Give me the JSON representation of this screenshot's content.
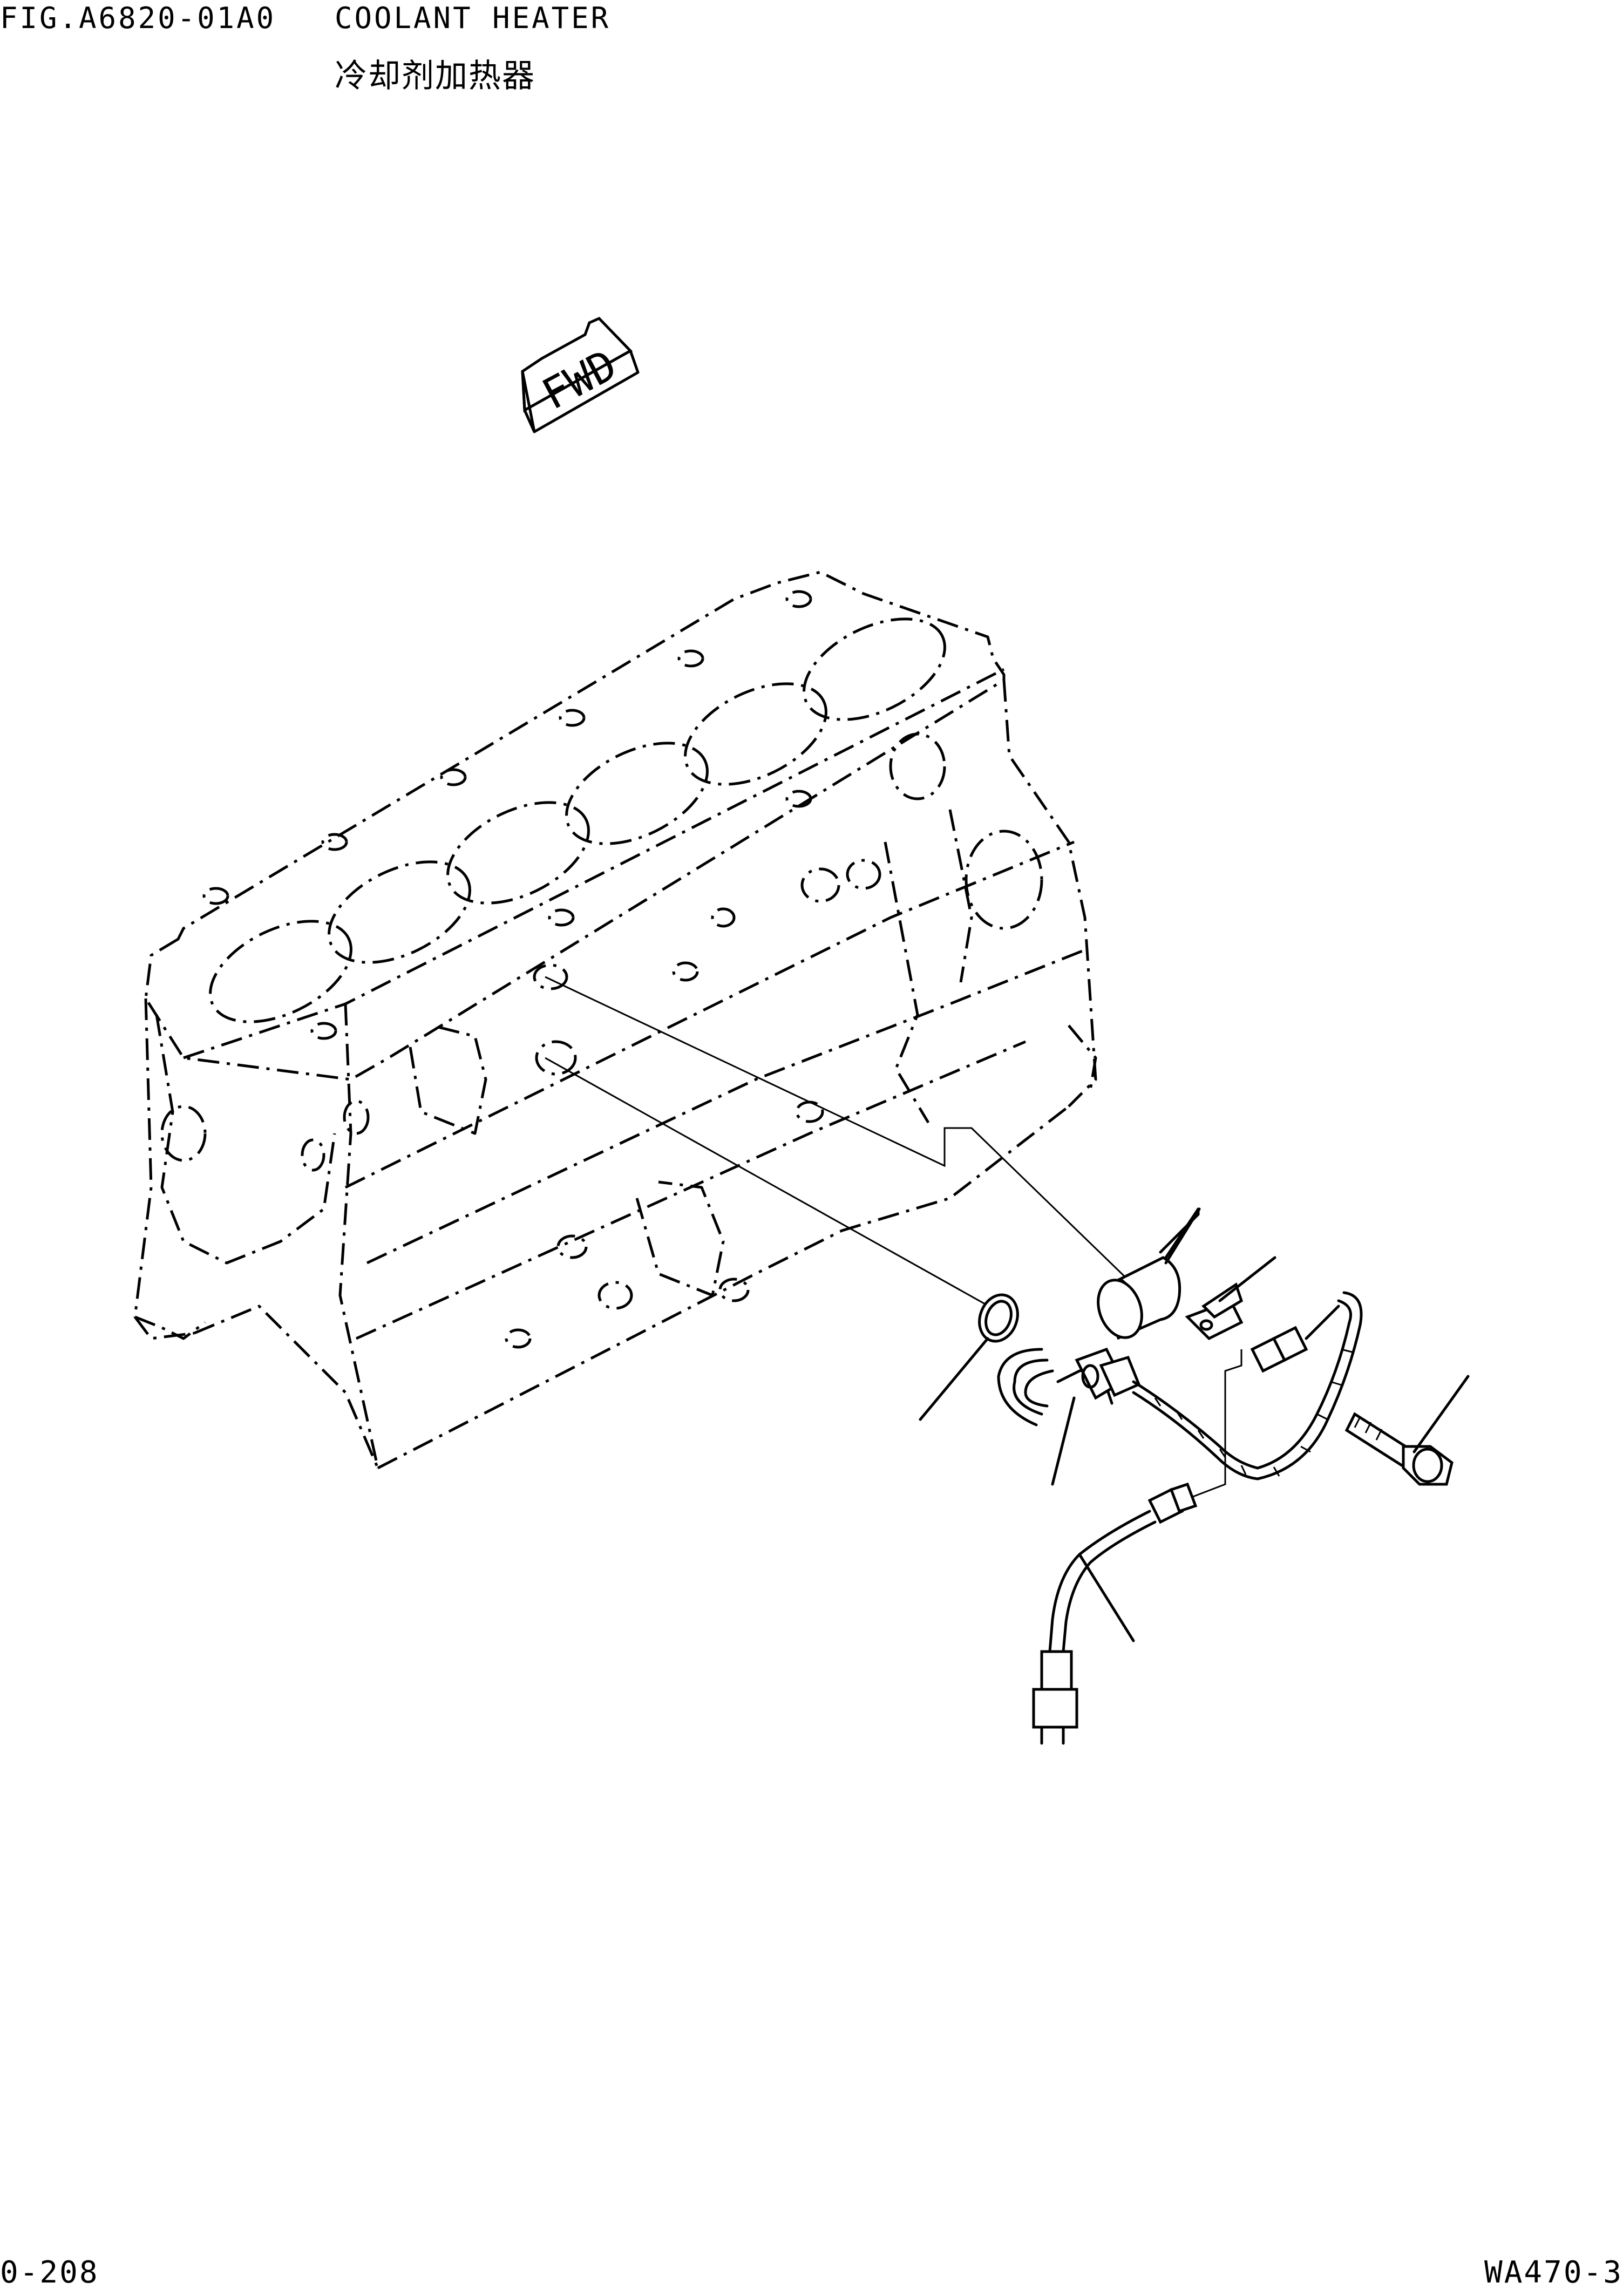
{
  "header": {
    "figure_code": "FIG.A6820-01A0",
    "title": "COOLANT HEATER",
    "title_cn": "冷却剂加热器"
  },
  "fwd_arrow": {
    "label": "FWD"
  },
  "footer": {
    "page_number": "0-208",
    "model": "WA470-3"
  }
}
